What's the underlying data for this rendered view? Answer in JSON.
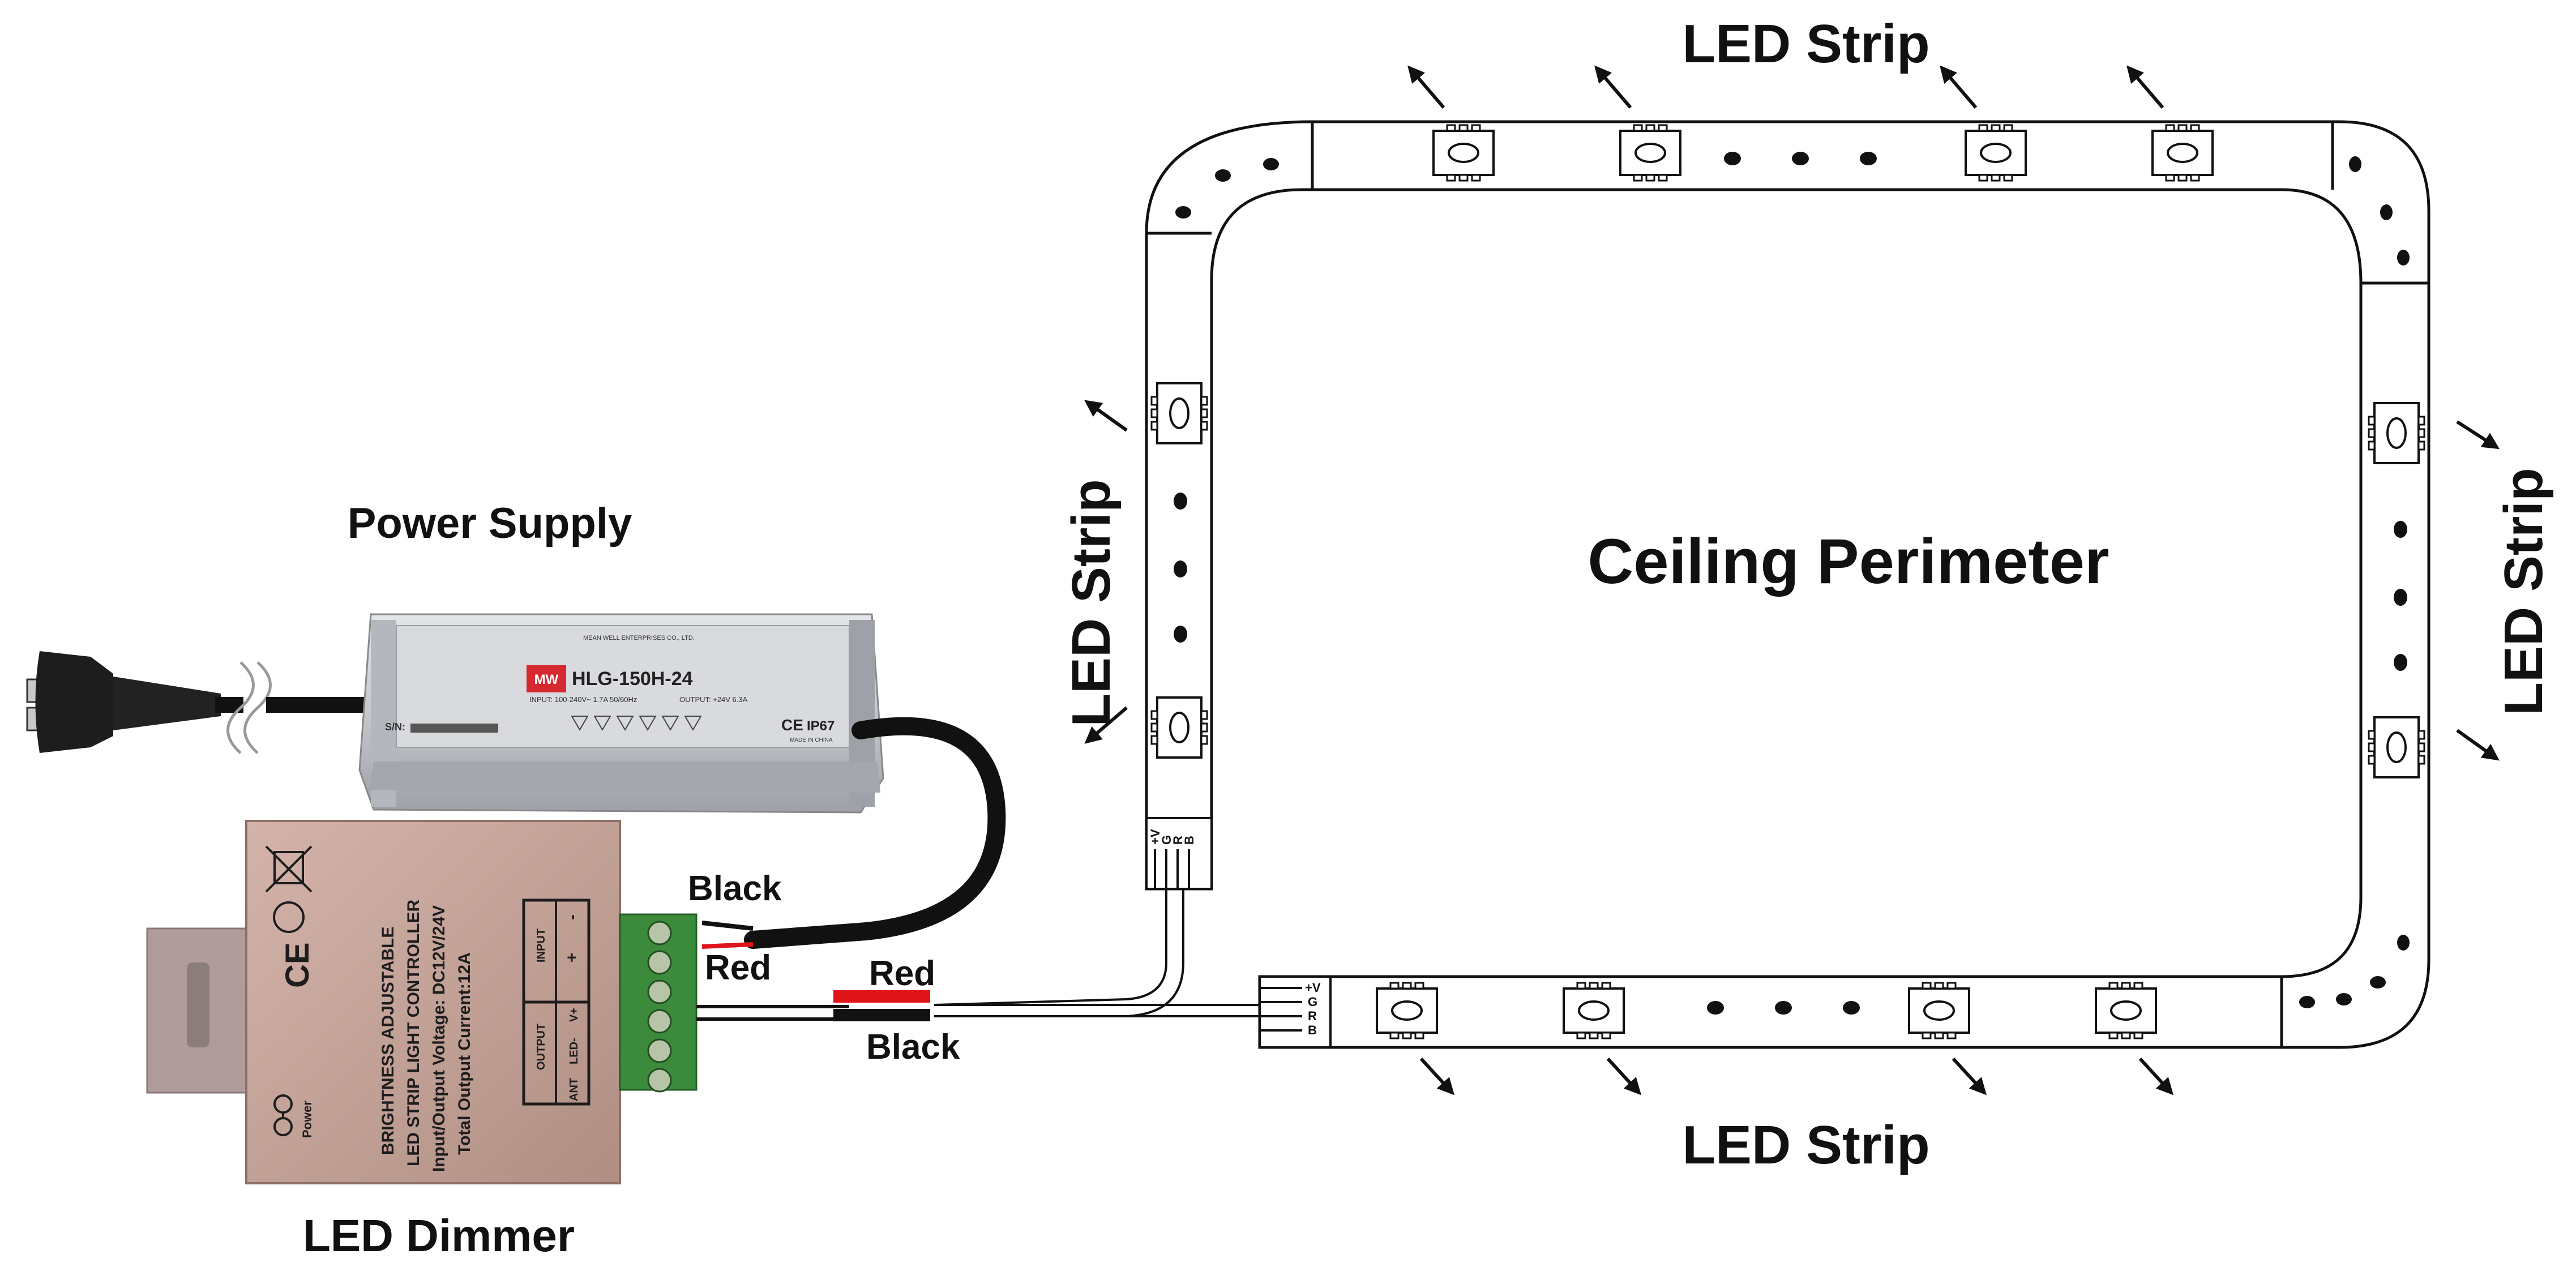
{
  "labels": {
    "power_supply": "Power Supply",
    "led_dimmer": "LED Dimmer",
    "ceiling_perimeter": "Ceiling Perimeter",
    "led_strip_top": "LED Strip",
    "led_strip_bottom": "LED Strip",
    "led_strip_left": "LED Strip",
    "led_strip_right": "LED Strip",
    "wire_black_top": "Black",
    "wire_red_top": "Red",
    "wire_red_bottom": "Red",
    "wire_black_bottom": "Black"
  },
  "power_supply_unit": {
    "model": "HLG-150H-24",
    "brand": "MW",
    "rating": "IP67",
    "ce_mark": "CE",
    "serial_prefix": "S/N:",
    "manufacturer_line": "MEAN WELL ENTERPRISES CO., LTD.",
    "input_line": "INPUT: 100-240V~  1.7A  50/60Hz",
    "output_line": "OUTPUT: +24V  6.3A",
    "origin": "MADE IN CHINA"
  },
  "dimmer_unit": {
    "line1": "BRIGHTNESS ADJUSTABLE",
    "line2": "LED STRIP LIGHT CONTROLLER",
    "line3": "Input/Output Voltage: DC12V/24V",
    "line4": "Total Output Current:12A",
    "terminal_input": "INPUT",
    "terminal_output": "OUTPUT",
    "term_plus": "+",
    "term_minus": "-",
    "term_vplus": "V+",
    "term_led_minus": "LED-",
    "term_ant": "ANT",
    "ce_mark": "CE",
    "power_caption": "Power"
  },
  "connector_pins": {
    "vplus": "+V",
    "g": "G",
    "r": "R",
    "b": "B"
  },
  "colors": {
    "line": "#111111",
    "wire_red": "#e0141b",
    "wire_black": "#111111",
    "psu_body": "#c9ccd1",
    "dimmer_body": "#c4a49a",
    "terminal_green": "#3c8a3c"
  }
}
